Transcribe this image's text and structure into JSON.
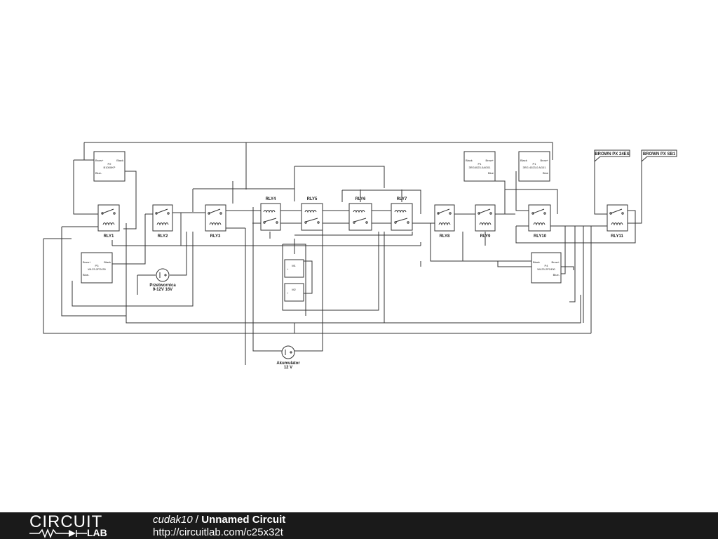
{
  "relays": [
    {
      "label": "RLY1"
    },
    {
      "label": "RLY2"
    },
    {
      "label": "RLY3"
    },
    {
      "label": "RLY4"
    },
    {
      "label": "RLY5"
    },
    {
      "label": "RLY6"
    },
    {
      "label": "RLY7"
    },
    {
      "label": "RLY8"
    },
    {
      "label": "RLY9"
    },
    {
      "label": "RLY10"
    },
    {
      "label": "RLY11"
    }
  ],
  "modules": [
    {
      "pin1": "Brow+",
      "pin2": "Black",
      "pin3": "Blue-",
      "ref": "P2",
      "part": "B1000KP"
    },
    {
      "pin1": "Brow+",
      "pin2": "Black",
      "pin3": "Blue-",
      "ref": "P3",
      "part": "WL23-2P2430"
    },
    {
      "pin1": "Black",
      "pin2": "Brow+",
      "pin3": "Blue",
      "ref": "P1",
      "part": "3RG4023-0AG01"
    },
    {
      "pin1": "Black",
      "pin2": "Brow+",
      "pin3": "Blue",
      "ref": "P1",
      "part": "3RG 4023-0 AG01"
    },
    {
      "pin1": "Black",
      "pin2": "Brow+",
      "pin3": "Blue-",
      "ref": "P4",
      "part": "WL23-2P2430"
    }
  ],
  "motors": [
    {
      "label": "M1"
    },
    {
      "label": "M2"
    }
  ],
  "tags": [
    {
      "label": "BROWN PX 24ES"
    },
    {
      "label": "BROWN PX SB1"
    }
  ],
  "sources": {
    "converter": {
      "name": "Przetwornica",
      "value": "9-12V 16V"
    },
    "battery": {
      "name": "Akumulator",
      "value": "12 V"
    }
  },
  "footer": {
    "logo_top": "CIRCUIT",
    "logo_bottom": "LAB",
    "user": "cudak10",
    "separator": "/",
    "circuit_name": "Unnamed Circuit",
    "url": "http://circuitlab.com/c25x32t"
  }
}
